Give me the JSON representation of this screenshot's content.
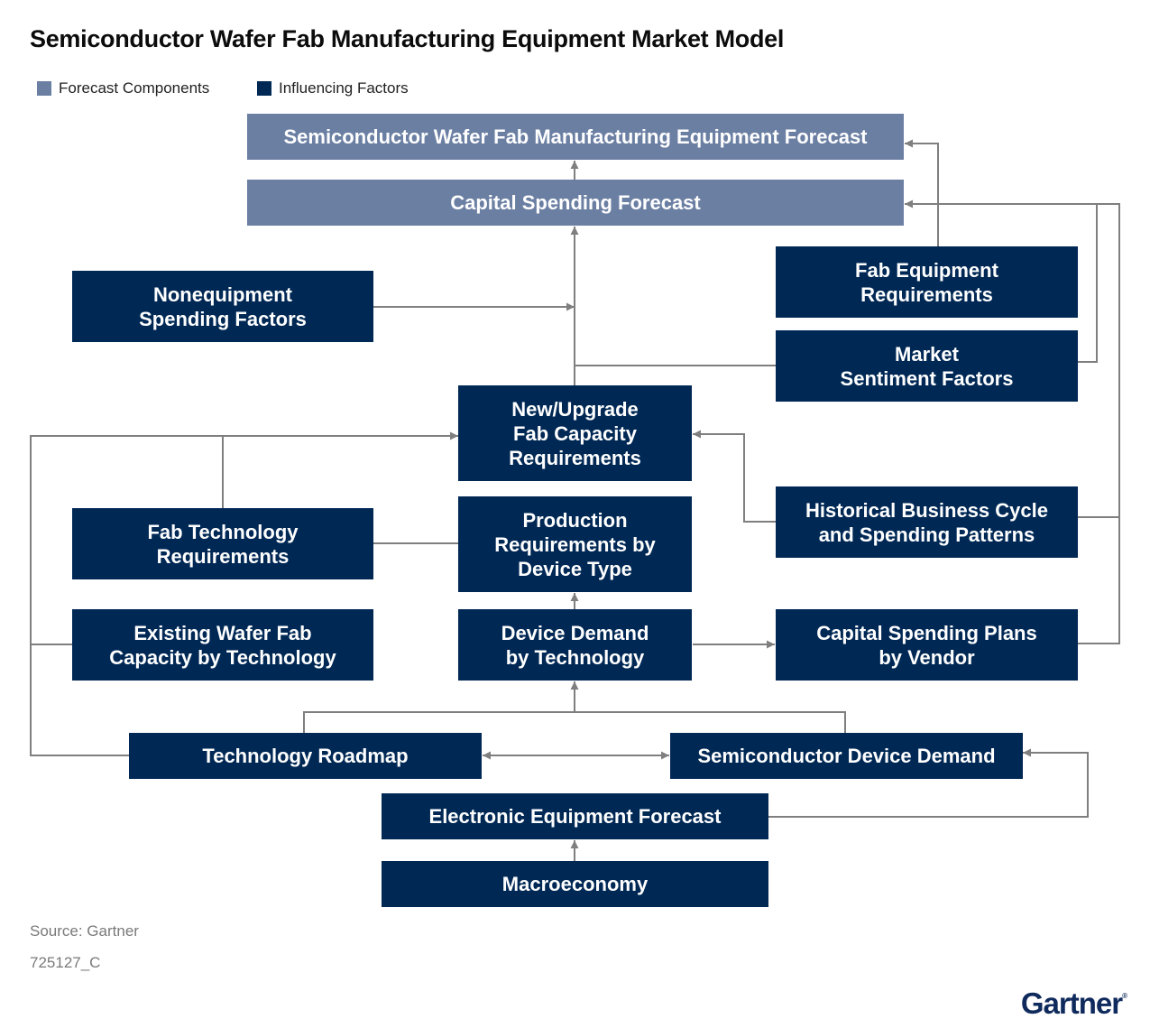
{
  "title": "Semiconductor Wafer Fab Manufacturing Equipment Market Model",
  "colors": {
    "forecast_component": "#6b7fa3",
    "influencing_factor": "#002855",
    "connector": "#7f7f7f"
  },
  "legend": {
    "forecast_components": "Forecast Components",
    "influencing_factors": "Influencing Factors"
  },
  "boxes": {
    "wafer_fab_forecast": "Semiconductor Wafer Fab Manufacturing Equipment Forecast",
    "capital_spending_forecast": "Capital Spending Forecast",
    "nonequipment": "Nonequipment\nSpending Factors",
    "fab_equipment_requirements": "Fab Equipment\nRequirements",
    "market_sentiment": "Market\nSentiment Factors",
    "new_upgrade_capacity": "New/Upgrade\nFab Capacity\nRequirements",
    "historical_cycle": "Historical Business Cycle\nand Spending Patterns",
    "fab_technology": "Fab Technology\nRequirements",
    "production_requirements": "Production\nRequirements by\nDevice Type",
    "existing_capacity": "Existing Wafer Fab\nCapacity by Technology",
    "device_demand_tech": "Device Demand\nby Technology",
    "capital_plans_vendor": "Capital Spending Plans\nby Vendor",
    "technology_roadmap": "Technology Roadmap",
    "semiconductor_device_demand": "Semiconductor Device Demand",
    "electronic_equipment_forecast": "Electronic Equipment Forecast",
    "macroeconomy": "Macroeconomy"
  },
  "footer": {
    "source": "Source: Gartner",
    "code": "725127_C",
    "logo": "Gartner"
  }
}
